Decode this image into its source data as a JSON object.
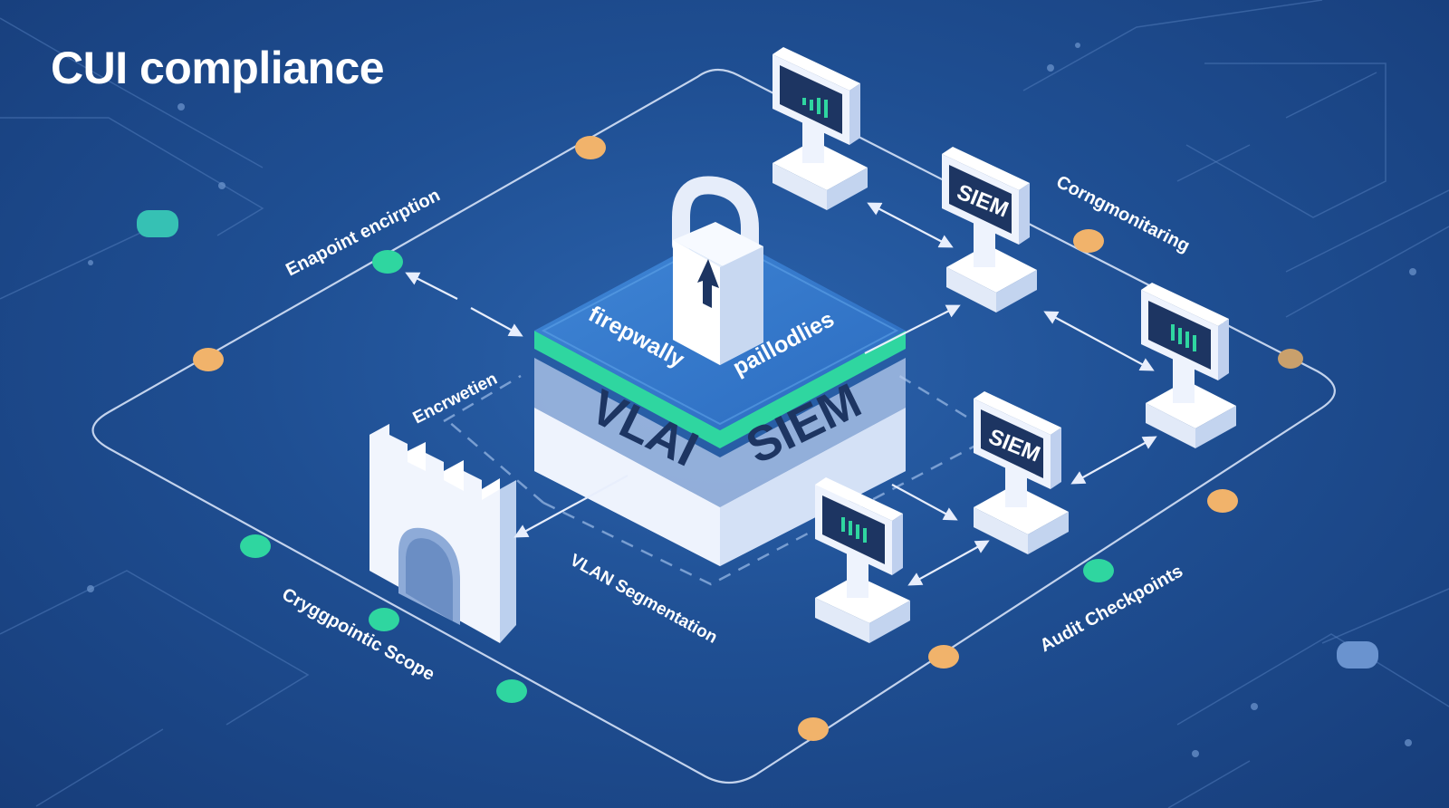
{
  "title": "CUI compliance",
  "core_stack": {
    "top_label_left": "firepwally",
    "top_label_right": "paillodlies",
    "side_label_left": "VLAI",
    "side_label_right": "SIEM",
    "lock_icon": "padlock-icon"
  },
  "terminal_labels": {
    "siem_1": "SIEM",
    "siem_2": "SIEM"
  },
  "zone_labels": {
    "endpoint": "Enapoint encirption",
    "encryption": "Encrwetien",
    "monitoring": "Corngmonitaring",
    "vlan": "VLAN Segmentation",
    "scope": "Cryggpointic Scope",
    "audit": "Audit Checkpoints"
  },
  "colors": {
    "background": "#1f4f93",
    "node_orange": "#f1b36b",
    "node_green": "#2fd6a0",
    "accent_green": "#2fd6a0",
    "text_dark": "#1d3562",
    "terminal_white": "#eef3fd"
  },
  "icons": [
    "padlock-icon",
    "castle-gate-icon",
    "terminal-icon",
    "siem-terminal-icon"
  ]
}
